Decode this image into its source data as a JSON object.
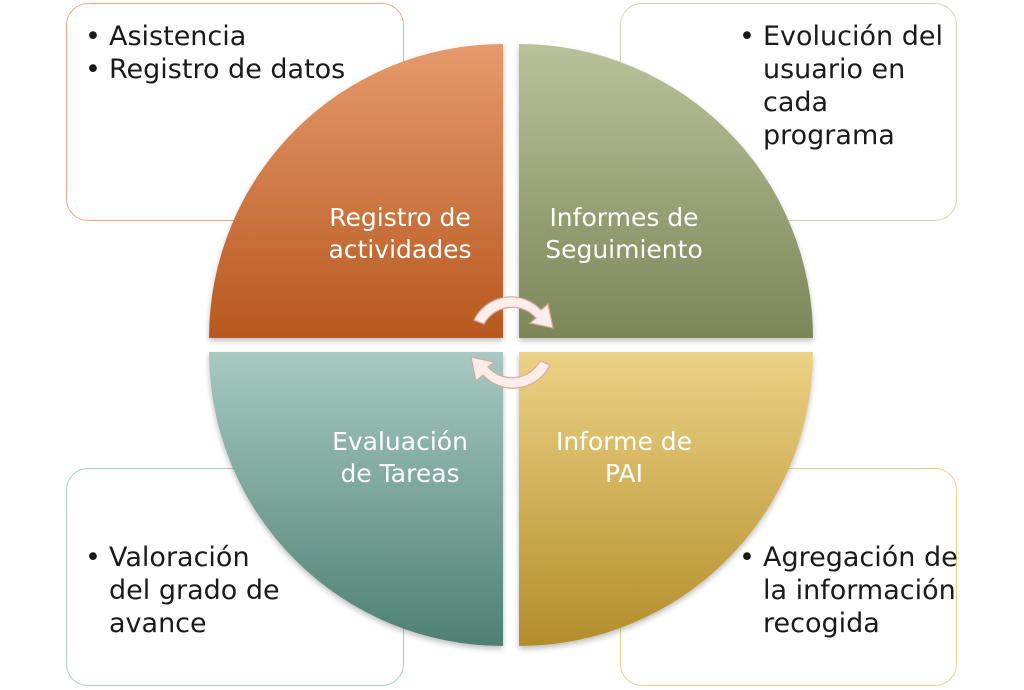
{
  "quadrants": {
    "top_left": {
      "line1": "Registro de",
      "line2": "actividades"
    },
    "top_right": {
      "line1": "Informes de",
      "line2": "Seguimiento"
    },
    "bottom_left": {
      "line1": "Evaluación",
      "line2": "de Tareas"
    },
    "bottom_right": {
      "line1": "Informe de",
      "line2": "PAI"
    }
  },
  "notes": {
    "top_left": [
      "Asistencia",
      "Registro de datos"
    ],
    "top_right": [
      "Evolución del usuario en cada programa"
    ],
    "bottom_left": [
      "Valoración del grado de avance"
    ],
    "bottom_right": [
      "Agregación de la información recogida"
    ]
  },
  "colors": {
    "top_left": "#d06d3a",
    "top_right": "#8f9a6e",
    "bottom_left": "#6fa397",
    "bottom_right": "#d7b553"
  },
  "icons": [
    "clockwise-cycle-arrows-icon"
  ]
}
